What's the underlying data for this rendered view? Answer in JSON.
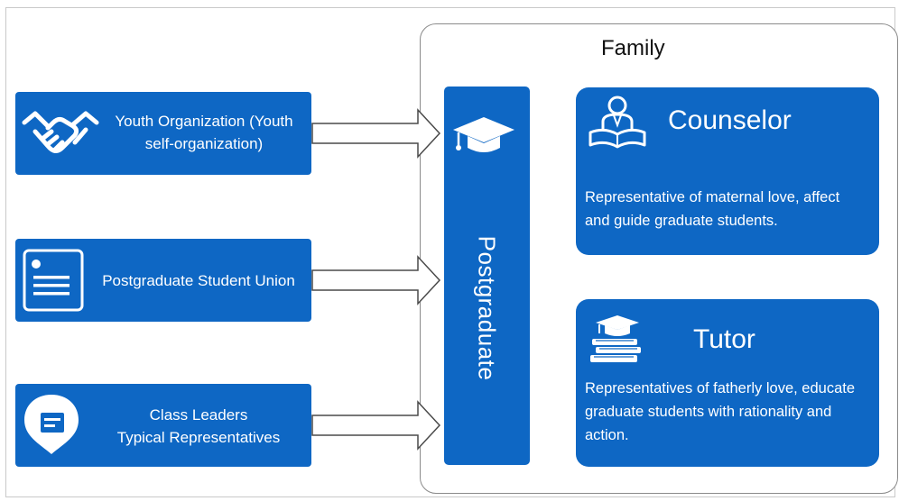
{
  "family": {
    "title": "Family"
  },
  "sources": [
    {
      "label_line1": "Youth Organization (Youth",
      "label_line2": "self-organization)",
      "icon": "handshake-icon"
    },
    {
      "label_line1": "Postgraduate Student Union",
      "icon": "id-card-icon"
    },
    {
      "label_line1": "Class Leaders",
      "label_line2": "Typical Representatives",
      "icon": "badge-icon"
    }
  ],
  "center": {
    "label": "Postgraduate",
    "icon": "graduation-cap-icon"
  },
  "roles": [
    {
      "title": "Counselor",
      "icon": "person-reading-icon",
      "desc_line1": "Representative of maternal love, affect",
      "desc_line2": "and guide graduate students."
    },
    {
      "title": "Tutor",
      "icon": "books-cap-icon",
      "desc_line1": "Representatives of fatherly love, educate",
      "desc_line2": "graduate students with rationality and",
      "desc_line3": "action."
    }
  ],
  "colors": {
    "box_blue": "#0e67c4",
    "panel_border": "#8a8a8a",
    "arrow_outline": "#4a4a4a"
  }
}
